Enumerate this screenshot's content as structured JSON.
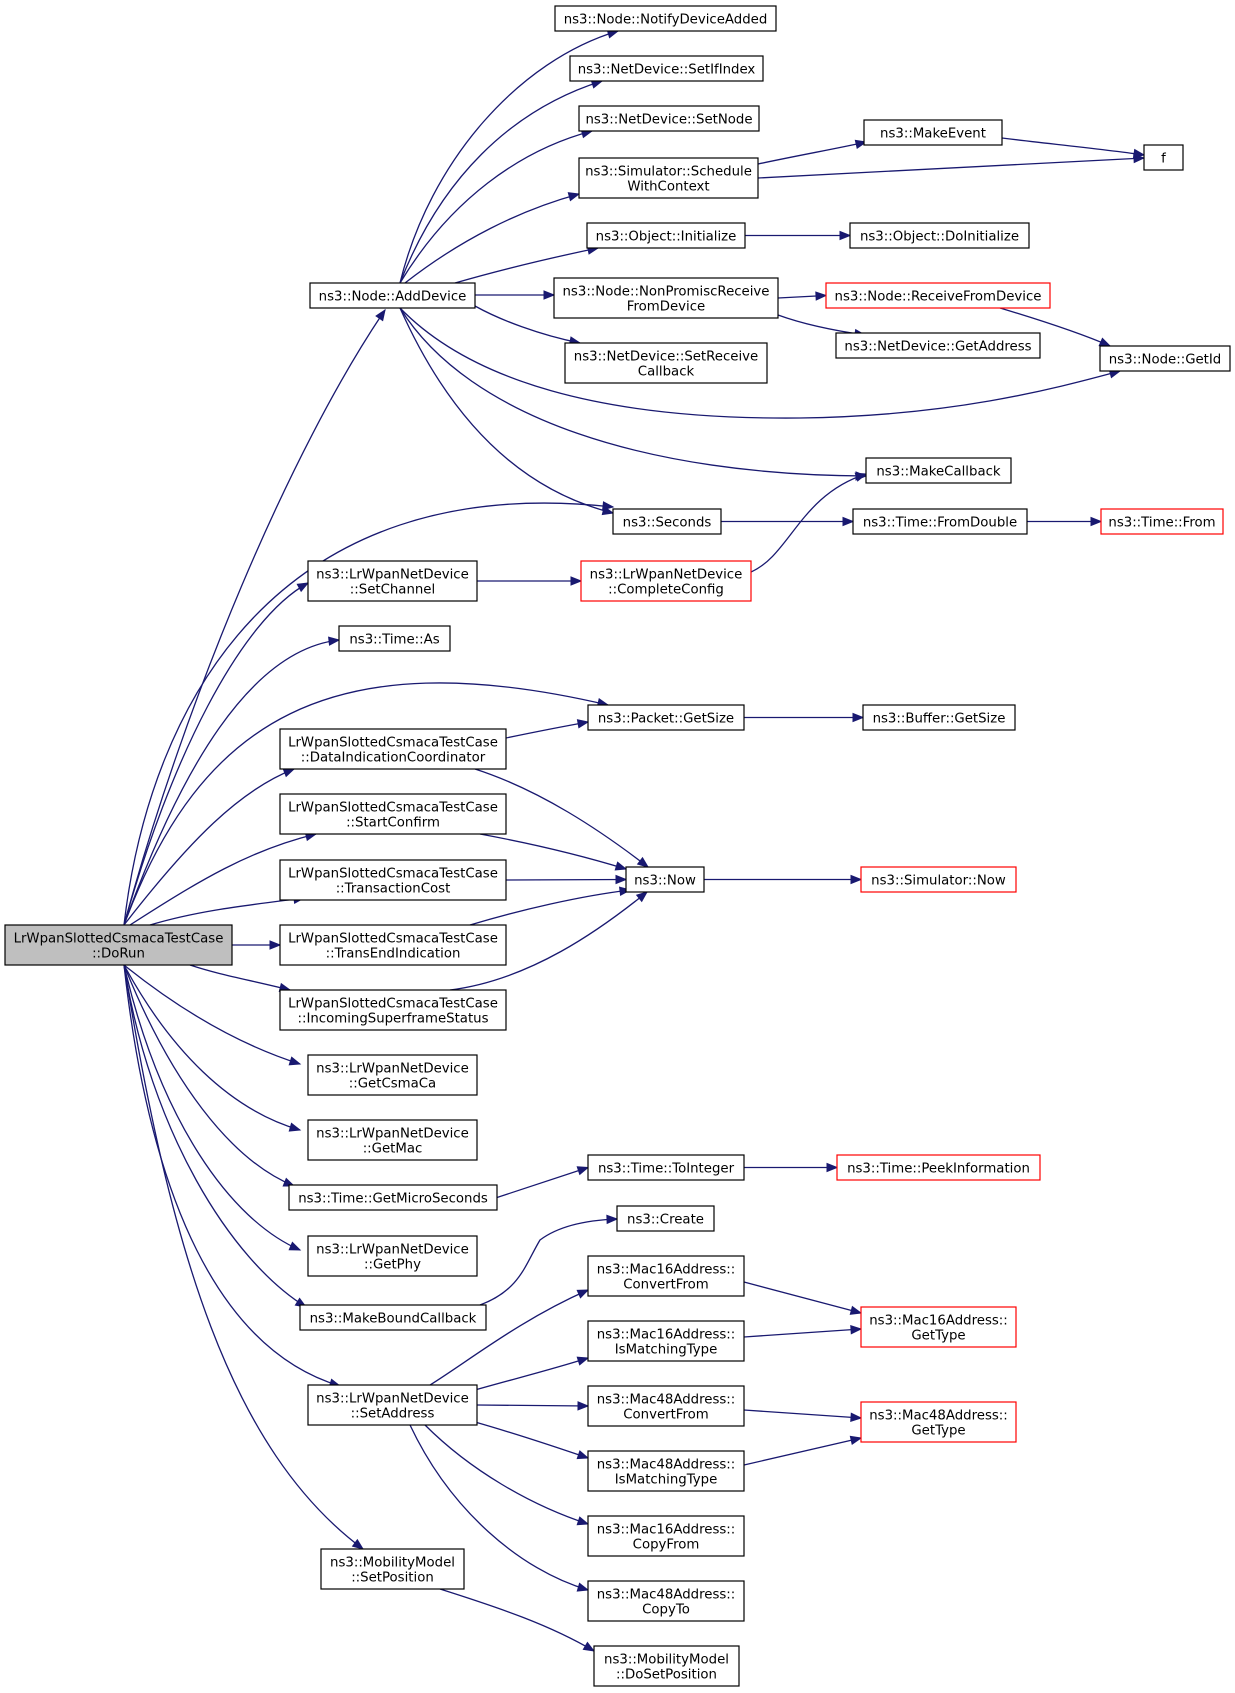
{
  "diagram": {
    "colors": {
      "edge": "#191970",
      "root_fill": "#bfbfbf",
      "border": "#000000",
      "truncated_border": "#ff0000"
    },
    "nodes": [
      {
        "id": "dorun",
        "lines": [
          "LrWpanSlottedCsmacaTestCase",
          "::DoRun"
        ],
        "style": "root"
      },
      {
        "id": "adddevice",
        "lines": [
          "ns3::Node::AddDevice"
        ]
      },
      {
        "id": "notifyadded",
        "lines": [
          "ns3::Node::NotifyDeviceAdded"
        ]
      },
      {
        "id": "setifindex",
        "lines": [
          "ns3::NetDevice::SetIfIndex"
        ]
      },
      {
        "id": "setnode",
        "lines": [
          "ns3::NetDevice::SetNode"
        ]
      },
      {
        "id": "schedulectx",
        "lines": [
          "ns3::Simulator::Schedule",
          "WithContext"
        ]
      },
      {
        "id": "makeevent",
        "lines": [
          "ns3::MakeEvent"
        ]
      },
      {
        "id": "f",
        "lines": [
          "f"
        ]
      },
      {
        "id": "objinit",
        "lines": [
          "ns3::Object::Initialize"
        ]
      },
      {
        "id": "objdoinit",
        "lines": [
          "ns3::Object::DoInitialize"
        ]
      },
      {
        "id": "nonpromisc",
        "lines": [
          "ns3::Node::NonPromiscReceive",
          "FromDevice"
        ]
      },
      {
        "id": "recvfromdev",
        "lines": [
          "ns3::Node::ReceiveFromDevice"
        ],
        "style": "red"
      },
      {
        "id": "getaddress",
        "lines": [
          "ns3::NetDevice::GetAddress"
        ]
      },
      {
        "id": "getid",
        "lines": [
          "ns3::Node::GetId"
        ]
      },
      {
        "id": "setrecvcb",
        "lines": [
          "ns3::NetDevice::SetReceive",
          "Callback"
        ]
      },
      {
        "id": "makecallback",
        "lines": [
          "ns3::MakeCallback"
        ]
      },
      {
        "id": "seconds",
        "lines": [
          "ns3::Seconds"
        ]
      },
      {
        "id": "fromdouble",
        "lines": [
          "ns3::Time::FromDouble"
        ]
      },
      {
        "id": "timefrom",
        "lines": [
          "ns3::Time::From"
        ],
        "style": "red"
      },
      {
        "id": "setchannel",
        "lines": [
          "ns3::LrWpanNetDevice",
          "::SetChannel"
        ]
      },
      {
        "id": "completeconfig",
        "lines": [
          "ns3::LrWpanNetDevice",
          "::CompleteConfig"
        ],
        "style": "red"
      },
      {
        "id": "timeas",
        "lines": [
          "ns3::Time::As"
        ]
      },
      {
        "id": "pktgetsize",
        "lines": [
          "ns3::Packet::GetSize"
        ]
      },
      {
        "id": "bufgetsize",
        "lines": [
          "ns3::Buffer::GetSize"
        ]
      },
      {
        "id": "dataindcoord",
        "lines": [
          "LrWpanSlottedCsmacaTestCase",
          "::DataIndicationCoordinator"
        ]
      },
      {
        "id": "startconfirm",
        "lines": [
          "LrWpanSlottedCsmacaTestCase",
          "::StartConfirm"
        ]
      },
      {
        "id": "transcost",
        "lines": [
          "LrWpanSlottedCsmacaTestCase",
          "::TransactionCost"
        ]
      },
      {
        "id": "transendind",
        "lines": [
          "LrWpanSlottedCsmacaTestCase",
          "::TransEndIndication"
        ]
      },
      {
        "id": "incomingsf",
        "lines": [
          "LrWpanSlottedCsmacaTestCase",
          "::IncomingSuperframeStatus"
        ]
      },
      {
        "id": "now",
        "lines": [
          "ns3::Now"
        ]
      },
      {
        "id": "simnow",
        "lines": [
          "ns3::Simulator::Now"
        ],
        "style": "red"
      },
      {
        "id": "getcsmaca",
        "lines": [
          "ns3::LrWpanNetDevice",
          "::GetCsmaCa"
        ]
      },
      {
        "id": "getmac",
        "lines": [
          "ns3::LrWpanNetDevice",
          "::GetMac"
        ]
      },
      {
        "id": "getmicro",
        "lines": [
          "ns3::Time::GetMicroSeconds"
        ]
      },
      {
        "id": "tointeger",
        "lines": [
          "ns3::Time::ToInteger"
        ]
      },
      {
        "id": "peekinfo",
        "lines": [
          "ns3::Time::PeekInformation"
        ],
        "style": "red"
      },
      {
        "id": "getphy",
        "lines": [
          "ns3::LrWpanNetDevice",
          "::GetPhy"
        ]
      },
      {
        "id": "makebound",
        "lines": [
          "ns3::MakeBoundCallback"
        ]
      },
      {
        "id": "create",
        "lines": [
          "ns3::Create"
        ]
      },
      {
        "id": "setaddress",
        "lines": [
          "ns3::LrWpanNetDevice",
          "::SetAddress"
        ]
      },
      {
        "id": "m16convert",
        "lines": [
          "ns3::Mac16Address::",
          "ConvertFrom"
        ]
      },
      {
        "id": "m16match",
        "lines": [
          "ns3::Mac16Address::",
          "IsMatchingType"
        ]
      },
      {
        "id": "m16gettype",
        "lines": [
          "ns3::Mac16Address::",
          "GetType"
        ],
        "style": "red"
      },
      {
        "id": "m48convert",
        "lines": [
          "ns3::Mac48Address::",
          "ConvertFrom"
        ]
      },
      {
        "id": "m48match",
        "lines": [
          "ns3::Mac48Address::",
          "IsMatchingType"
        ]
      },
      {
        "id": "m48gettype",
        "lines": [
          "ns3::Mac48Address::",
          "GetType"
        ],
        "style": "red"
      },
      {
        "id": "m16copyfrom",
        "lines": [
          "ns3::Mac16Address::",
          "CopyFrom"
        ]
      },
      {
        "id": "m48copyto",
        "lines": [
          "ns3::Mac48Address::",
          "CopyTo"
        ]
      },
      {
        "id": "mobsetpos",
        "lines": [
          "ns3::MobilityModel",
          "::SetPosition"
        ]
      },
      {
        "id": "mobdosetpos",
        "lines": [
          "ns3::MobilityModel",
          "::DoSetPosition"
        ]
      }
    ],
    "edges": [
      [
        "dorun",
        "adddevice"
      ],
      [
        "dorun",
        "seconds"
      ],
      [
        "dorun",
        "setchannel"
      ],
      [
        "dorun",
        "timeas"
      ],
      [
        "dorun",
        "pktgetsize"
      ],
      [
        "dorun",
        "dataindcoord"
      ],
      [
        "dorun",
        "startconfirm"
      ],
      [
        "dorun",
        "transcost"
      ],
      [
        "dorun",
        "transendind"
      ],
      [
        "dorun",
        "incomingsf"
      ],
      [
        "dorun",
        "getcsmaca"
      ],
      [
        "dorun",
        "getmac"
      ],
      [
        "dorun",
        "getmicro"
      ],
      [
        "dorun",
        "getphy"
      ],
      [
        "dorun",
        "makebound"
      ],
      [
        "dorun",
        "setaddress"
      ],
      [
        "dorun",
        "mobsetpos"
      ],
      [
        "adddevice",
        "notifyadded"
      ],
      [
        "adddevice",
        "setifindex"
      ],
      [
        "adddevice",
        "setnode"
      ],
      [
        "adddevice",
        "schedulectx"
      ],
      [
        "adddevice",
        "objinit"
      ],
      [
        "adddevice",
        "nonpromisc"
      ],
      [
        "adddevice",
        "setrecvcb"
      ],
      [
        "adddevice",
        "getid"
      ],
      [
        "adddevice",
        "makecallback"
      ],
      [
        "adddevice",
        "seconds"
      ],
      [
        "schedulectx",
        "makeevent"
      ],
      [
        "schedulectx",
        "f"
      ],
      [
        "makeevent",
        "f"
      ],
      [
        "objinit",
        "objdoinit"
      ],
      [
        "nonpromisc",
        "recvfromdev"
      ],
      [
        "nonpromisc",
        "getaddress"
      ],
      [
        "recvfromdev",
        "getid"
      ],
      [
        "seconds",
        "fromdouble"
      ],
      [
        "fromdouble",
        "timefrom"
      ],
      [
        "setchannel",
        "completeconfig"
      ],
      [
        "completeconfig",
        "makecallback"
      ],
      [
        "dataindcoord",
        "pktgetsize"
      ],
      [
        "pktgetsize",
        "bufgetsize"
      ],
      [
        "dataindcoord",
        "now"
      ],
      [
        "startconfirm",
        "now"
      ],
      [
        "transcost",
        "now"
      ],
      [
        "transendind",
        "now"
      ],
      [
        "incomingsf",
        "now"
      ],
      [
        "now",
        "simnow"
      ],
      [
        "getmicro",
        "tointeger"
      ],
      [
        "tointeger",
        "peekinfo"
      ],
      [
        "makebound",
        "create"
      ],
      [
        "setaddress",
        "m16convert"
      ],
      [
        "setaddress",
        "m16match"
      ],
      [
        "setaddress",
        "m48convert"
      ],
      [
        "setaddress",
        "m48match"
      ],
      [
        "setaddress",
        "m16copyfrom"
      ],
      [
        "setaddress",
        "m48copyto"
      ],
      [
        "m16convert",
        "m16gettype"
      ],
      [
        "m16match",
        "m16gettype"
      ],
      [
        "m48convert",
        "m48gettype"
      ],
      [
        "m48match",
        "m48gettype"
      ],
      [
        "mobsetpos",
        "mobdosetpos"
      ]
    ]
  }
}
